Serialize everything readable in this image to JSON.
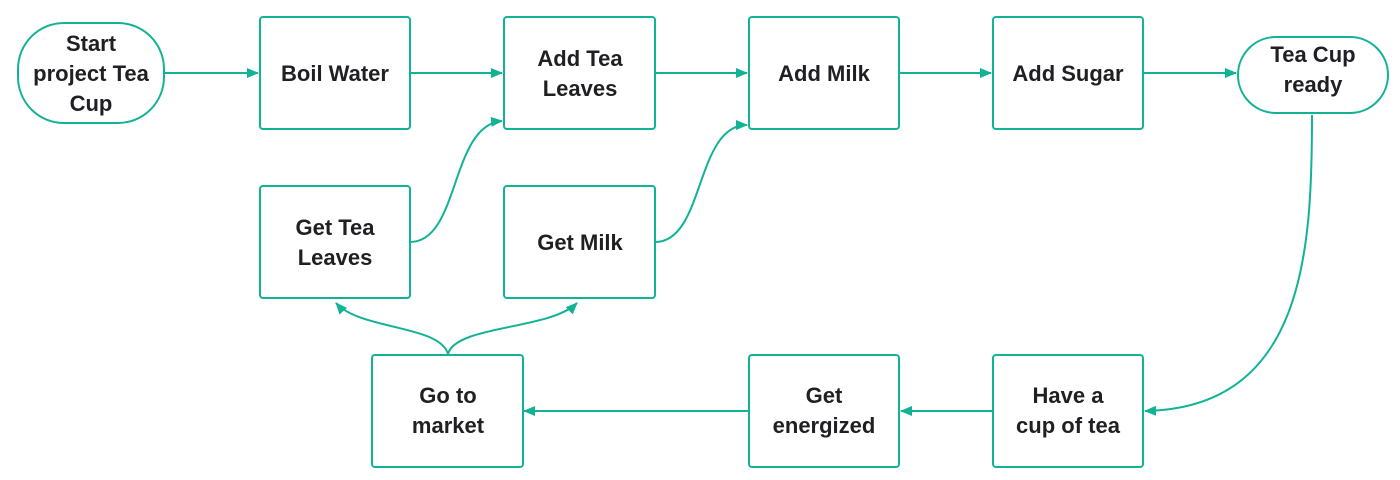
{
  "diagram": {
    "nodes": {
      "start": {
        "lines": [
          "Start",
          "project Tea",
          "Cup"
        ],
        "shape": "terminal"
      },
      "boil_water": {
        "lines": [
          "Boil Water"
        ],
        "shape": "process"
      },
      "add_tea_leaves": {
        "lines": [
          "Add Tea",
          "Leaves"
        ],
        "shape": "process"
      },
      "add_milk": {
        "lines": [
          "Add Milk"
        ],
        "shape": "process"
      },
      "add_sugar": {
        "lines": [
          "Add Sugar"
        ],
        "shape": "process"
      },
      "tea_cup_ready": {
        "lines": [
          "Tea Cup",
          "ready"
        ],
        "shape": "terminal"
      },
      "get_tea_leaves": {
        "lines": [
          "Get Tea",
          "Leaves"
        ],
        "shape": "process"
      },
      "get_milk": {
        "lines": [
          "Get Milk"
        ],
        "shape": "process"
      },
      "have_cup_of_tea": {
        "lines": [
          "Have a",
          "cup of tea"
        ],
        "shape": "process"
      },
      "get_energized": {
        "lines": [
          "Get",
          "energized"
        ],
        "shape": "process"
      },
      "go_to_market": {
        "lines": [
          "Go to",
          "market"
        ],
        "shape": "process"
      }
    },
    "edges": [
      {
        "from": "start",
        "to": "boil_water"
      },
      {
        "from": "boil_water",
        "to": "add_tea_leaves"
      },
      {
        "from": "add_tea_leaves",
        "to": "add_milk"
      },
      {
        "from": "add_milk",
        "to": "add_sugar"
      },
      {
        "from": "add_sugar",
        "to": "tea_cup_ready"
      },
      {
        "from": "get_tea_leaves",
        "to": "add_tea_leaves"
      },
      {
        "from": "get_milk",
        "to": "add_milk"
      },
      {
        "from": "tea_cup_ready",
        "to": "have_cup_of_tea"
      },
      {
        "from": "have_cup_of_tea",
        "to": "get_energized"
      },
      {
        "from": "get_energized",
        "to": "go_to_market"
      },
      {
        "from": "go_to_market",
        "to": "get_tea_leaves"
      },
      {
        "from": "go_to_market",
        "to": "get_milk"
      }
    ],
    "colors": {
      "stroke": "#12b394",
      "text": "#1f1f24",
      "background": "#ffffff"
    }
  }
}
